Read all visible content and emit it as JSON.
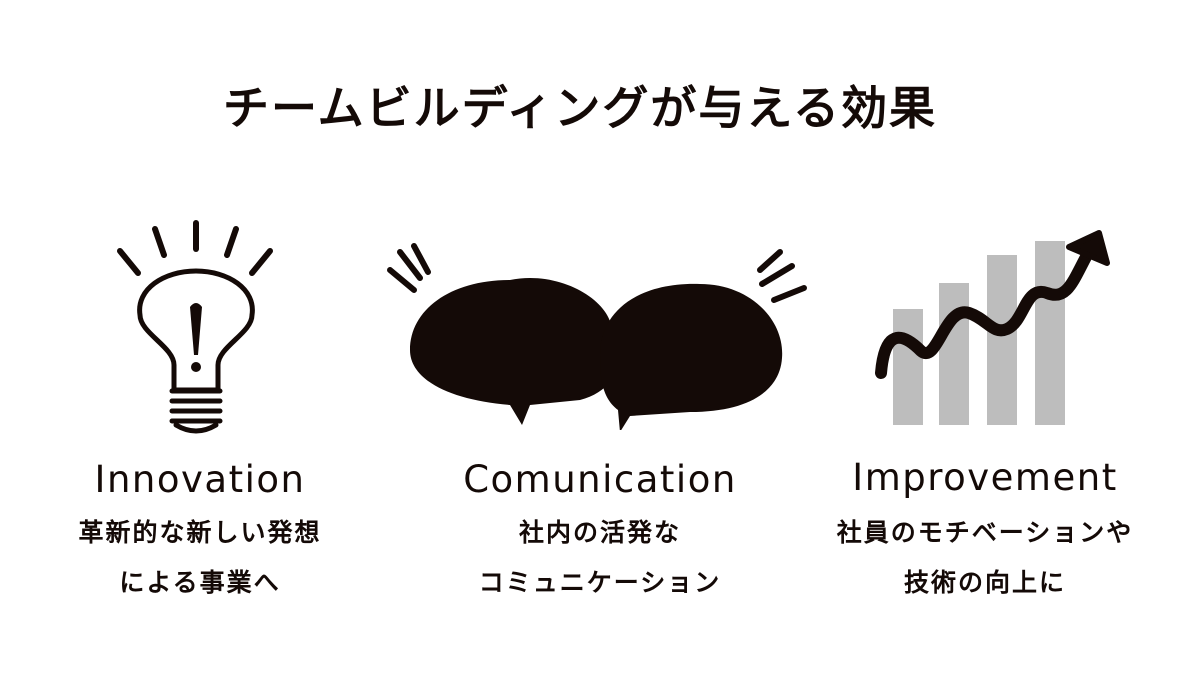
{
  "title": "チームビルディングが与える効果",
  "colors": {
    "ink": "#140a07",
    "bar_gray": "#bdbdbd",
    "background": "#ffffff"
  },
  "items": [
    {
      "icon": "lightbulb-exclamation-icon",
      "heading": "Innovation",
      "desc_line1": "革新的な新しい発想",
      "desc_line2": "による事業へ"
    },
    {
      "icon": "speech-bubbles-icon",
      "heading": "Comunication",
      "desc_line1": "社内の活発な",
      "desc_line2": "コミュニケーション"
    },
    {
      "icon": "growth-chart-arrow-icon",
      "heading": "Improvement",
      "desc_line1": "社員のモチベーションや",
      "desc_line2": "技術の向上に"
    }
  ]
}
